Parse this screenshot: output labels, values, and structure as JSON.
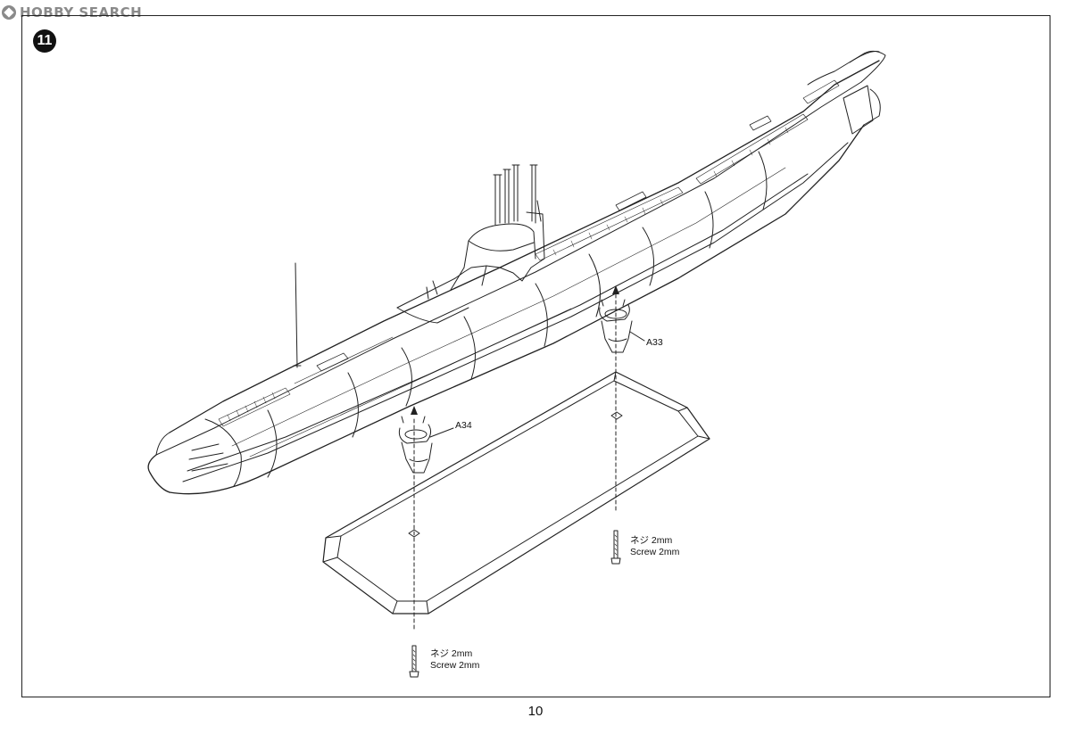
{
  "watermark": {
    "text": "HOBBY SEARCH"
  },
  "step": {
    "number": "11"
  },
  "parts": {
    "stand_rear": {
      "id": "A33"
    },
    "stand_front": {
      "id": "A34"
    }
  },
  "screws": {
    "rear": {
      "ja": "ネジ 2mm",
      "en": "Screw 2mm"
    },
    "front": {
      "ja": "ネジ 2mm",
      "en": "Screw 2mm"
    }
  },
  "page": {
    "number": "10"
  }
}
